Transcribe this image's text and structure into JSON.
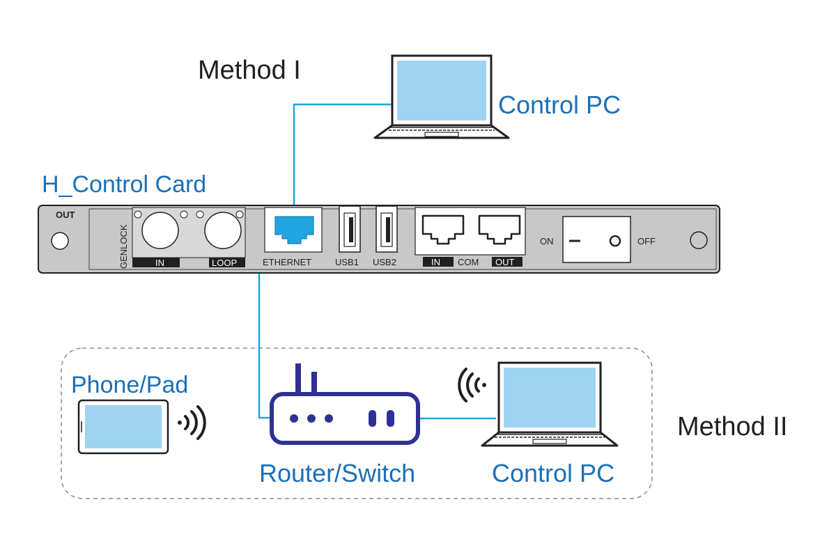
{
  "titles": {
    "method_1": "Method I",
    "method_2": "Method II"
  },
  "labels": {
    "control_pc_top": "Control PC",
    "card_name": "H_Control Card",
    "phone_pad": "Phone/Pad",
    "router_switch": "Router/Switch",
    "control_pc_bottom": "Control PC"
  },
  "panel": {
    "out": "OUT",
    "genlock": "GENLOCK",
    "genlock_in": "IN",
    "genlock_loop": "LOOP",
    "ethernet": "ETHERNET",
    "usb1": "USB1",
    "usb2": "USB2",
    "com_in": "IN",
    "com": "COM",
    "com_out": "OUT",
    "on": "ON",
    "off": "OFF"
  },
  "colors": {
    "accent_blue": "#1c6fb8",
    "cable_blue": "#1fa6e0",
    "screen_blue": "#9fd3f2",
    "router_navy": "#2e3192",
    "panel_gray": "#c8c8c8",
    "text_dark": "#231f20"
  },
  "icons": [
    "laptop-icon",
    "rj45-icon",
    "usb-port-icon",
    "router-icon",
    "tablet-icon",
    "wifi-icon",
    "power-switch-icon"
  ]
}
